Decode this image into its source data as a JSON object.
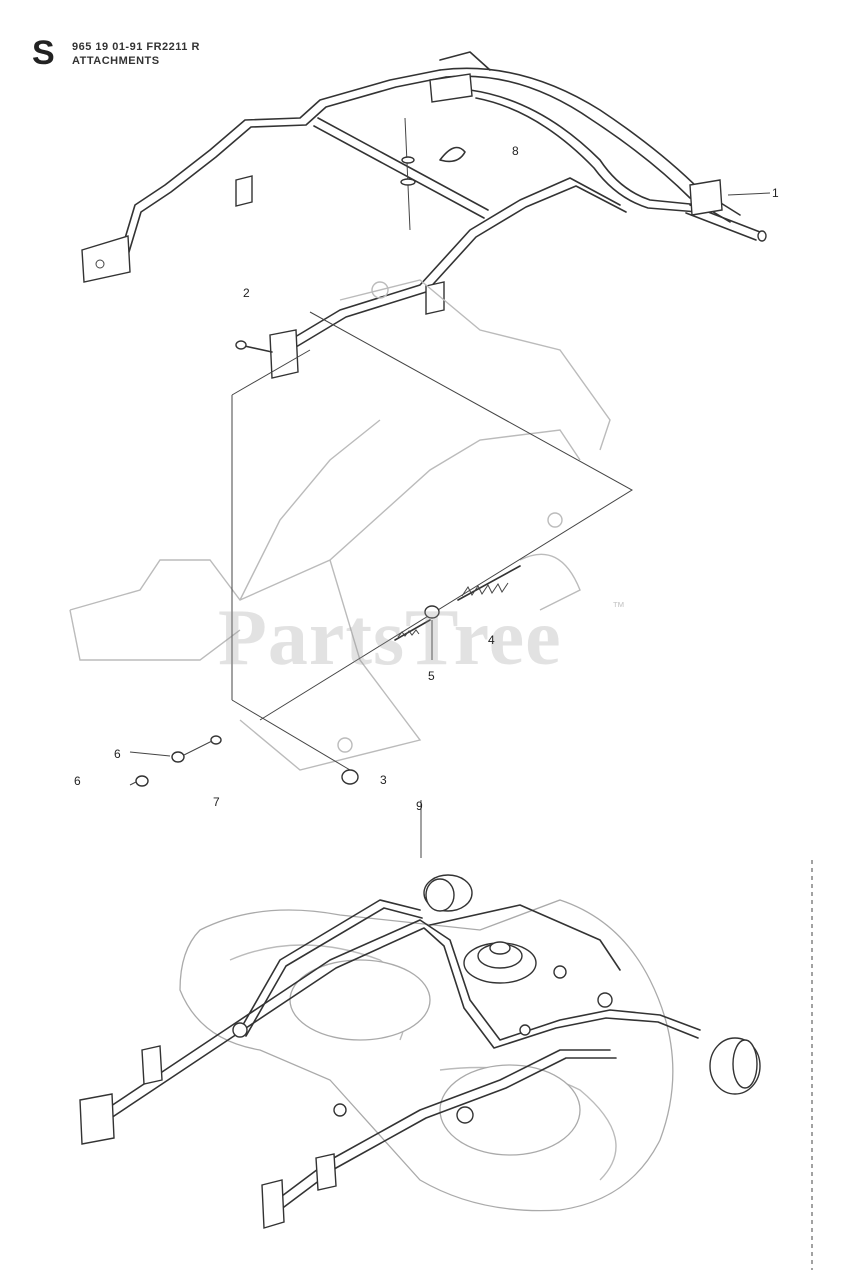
{
  "header": {
    "section_letter": "S",
    "model_line": "965 19 01-91 FR2211 R",
    "title": "ATTACHMENTS"
  },
  "callouts": [
    {
      "id": "c1",
      "label": "1"
    },
    {
      "id": "c2",
      "label": "2"
    },
    {
      "id": "c3",
      "label": "3"
    },
    {
      "id": "c4",
      "label": "4"
    },
    {
      "id": "c5",
      "label": "5"
    },
    {
      "id": "c6a",
      "label": "6"
    },
    {
      "id": "c6b",
      "label": "6"
    },
    {
      "id": "c7",
      "label": "7"
    },
    {
      "id": "c8",
      "label": "8"
    },
    {
      "id": "c9",
      "label": "9"
    }
  ],
  "watermark": {
    "text": "PartsTree",
    "trademark": "™"
  },
  "colors": {
    "line": "#333333",
    "background": "#ffffff",
    "watermark": "#969696"
  }
}
